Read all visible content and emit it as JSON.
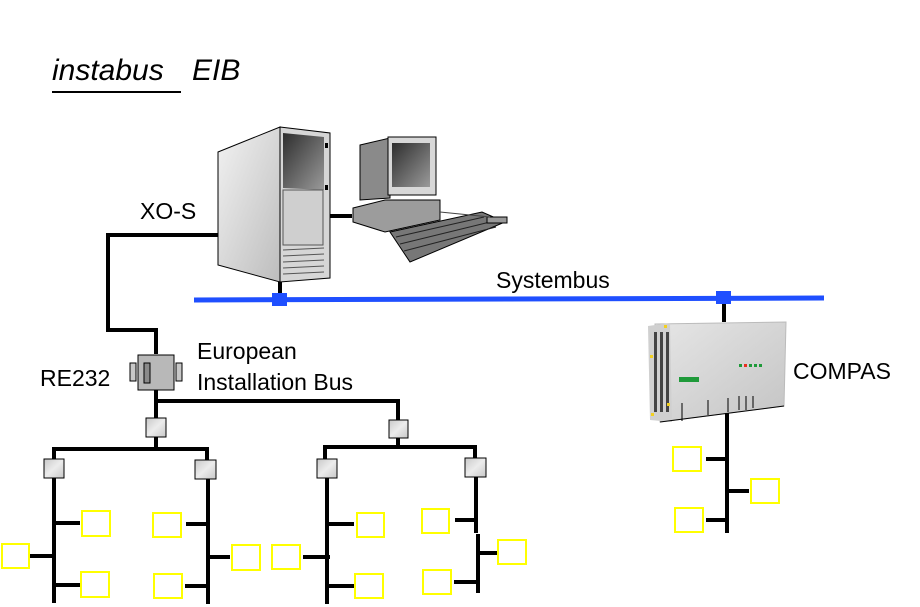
{
  "title": {
    "brand": "instabus",
    "suffix": "EIB"
  },
  "labels": {
    "server": "XO-S",
    "systembus": "Systembus",
    "coupler": "RE232",
    "eib_line1": "European",
    "eib_line2": "Installation Bus",
    "controller": "COMPAS"
  },
  "colors": {
    "systembus": "#1f4fff",
    "eib_wire": "#000000",
    "device_outline": "#ffff00",
    "coupler_fill": "#d8d8d8",
    "interface_fill": "#b8b8b8"
  }
}
